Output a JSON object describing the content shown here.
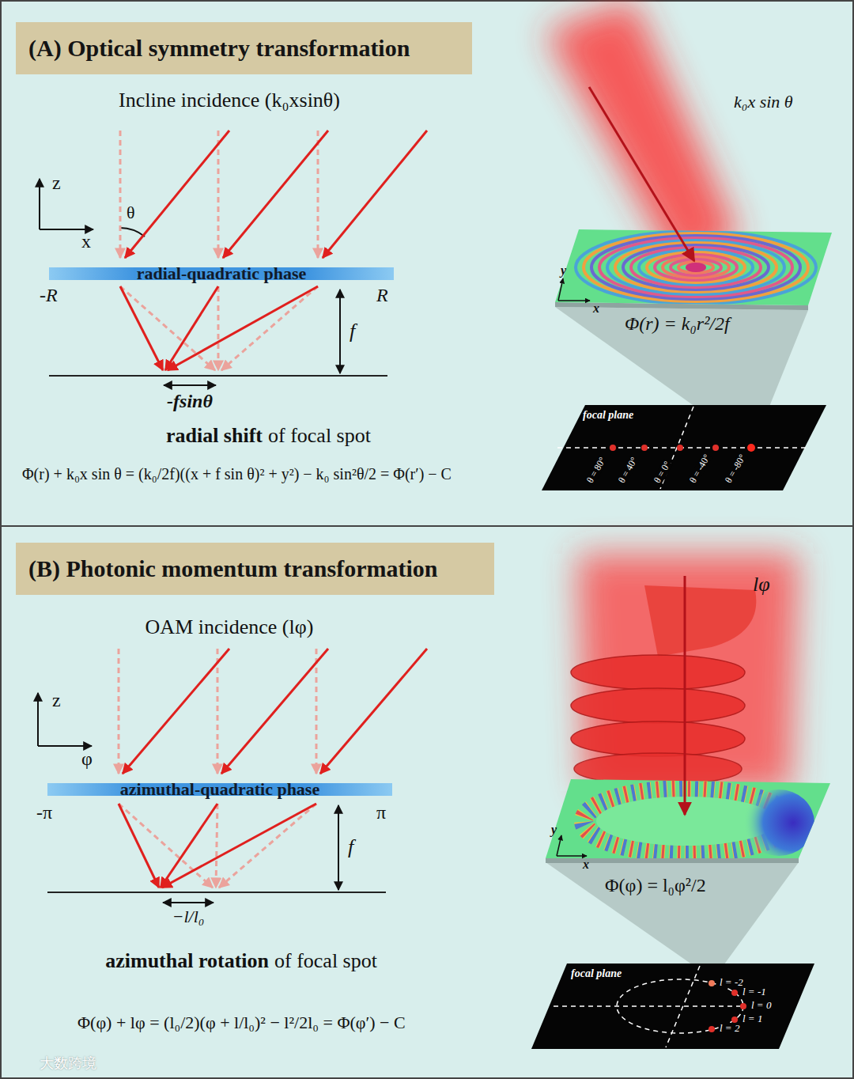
{
  "diagram": {
    "nodes": [
      {
        "text": [
          "(A) Optical symmetry transformation"
        ]
      },
      {
        "text": [
          "radial-quadratic phase"
        ]
      },
      {
        "text": [
          "focal plane",
          "θ = 80°",
          "θ = 40°",
          "θ = 0°",
          "θ = -40°",
          "θ = -80°"
        ]
      },
      {
        "text": [
          "(B) Photonic momentum transformation"
        ]
      },
      {
        "text": [
          "azimuthal-quadratic phase"
        ]
      },
      {
        "text": [
          "focal plane",
          "l = -2",
          "l = -1",
          "l = 0",
          "l = 1",
          "l = 2"
        ]
      }
    ],
    "labels": [
      "Incline incidence (k₀xsinθ)",
      "z",
      "x",
      "θ",
      "-R",
      "R",
      "f",
      "-fsinθ",
      "radial shift",
      "of focal spot",
      "Φ(r) + k₀x sin θ = (k₀/2f)((x + f sin θ)² + y²) − k₀ sin²θ/2 = Φ(r′) − C",
      "k₀x sin θ",
      "y",
      "x",
      "Φ(r) = k₀r²/2f",
      "OAM incidence (lφ)",
      "z",
      "φ",
      "-π",
      "π",
      "f",
      "−l/l₀",
      "azimuthal rotation",
      "of focal spot",
      "Φ(φ) + lφ = (l₀/2)(φ + l/l₀)² − l²/2l₀ = Φ(φ′) − C",
      "lφ",
      "y",
      "x",
      "Φ(φ) = l₀φ²/2",
      "大数跨境"
    ]
  }
}
